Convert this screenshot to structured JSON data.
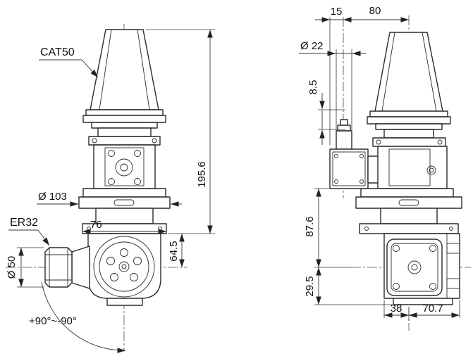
{
  "drawing": {
    "front_view": {
      "taper_label": "CAT50",
      "flange_diameter": "Ø 103",
      "plate_width": "76",
      "collet_label": "ER32",
      "collet_diameter": "Ø 50",
      "overall_height": "195.6",
      "head_offset": "64.5",
      "swivel_range": "+90°~-90°"
    },
    "side_view": {
      "spindle_offset": "15",
      "center_distance": "80",
      "spindle_diameter": "Ø 22",
      "nose_height": "8.5",
      "body_height": "87.6",
      "base_height": "29.5",
      "base_width_left": "38",
      "base_width_right": "70.7"
    }
  }
}
